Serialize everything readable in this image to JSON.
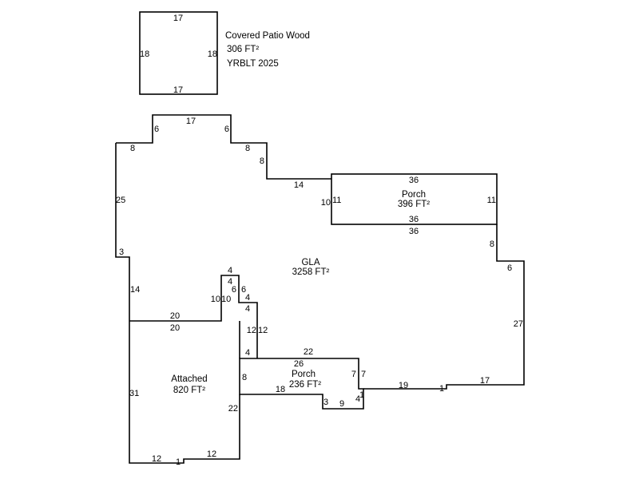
{
  "areas": {
    "patio": {
      "name": "Covered Patio Wood",
      "area": "306 FT²",
      "year": "YRBLT 2025"
    },
    "gla": {
      "name": "GLA",
      "area": "3258 FT²"
    },
    "porch_top": {
      "name": "Porch",
      "area": "396 FT²"
    },
    "porch_bottom": {
      "name": "Porch",
      "area": "236 FT²"
    },
    "garage": {
      "name": "Attached",
      "area": "820 FT²"
    }
  },
  "dimensions": {
    "patio_top": "17",
    "patio_bottom": "17",
    "patio_left": "18",
    "patio_right": "18",
    "gla_top": "17",
    "gla_bump_left": "6",
    "gla_bump_right": "6",
    "gla_left_step": "8",
    "gla_right_step": "8",
    "gla_right_step_v": "8",
    "gla_left": "25",
    "gla_jog": "3",
    "gla_left_lower": "14",
    "gla_top_right": "14",
    "gla_porch_side": "10",
    "porch_top_top": "36",
    "porch_top_bottom": "36",
    "porch_top_left": "11",
    "porch_top_right": "11",
    "gla_under_porch": "36",
    "gla_right_upper": "8",
    "gla_right_jog": "6",
    "gla_right": "27",
    "gla_bottom_right": "17",
    "gla_bottom_jog": "1",
    "gla_bottom": "19",
    "gla_garage_top": "20",
    "garage_top": "20",
    "notch_left_outer": "10",
    "notch_left_inner": "10",
    "notch_top": "4",
    "notch_top_inner": "4",
    "notch_right_inner": "6",
    "notch_right_outer": "6",
    "notch_step": "4",
    "notch_step_inner": "4",
    "gla_lower_v": "12",
    "gla_lower_v_inner": "12",
    "porch_bot_jog": "4",
    "porch_bot_top": "22",
    "porch_bot_top_inner": "26",
    "porch_bot_left": "8",
    "porch_bot_bottom": "18",
    "porch_bot_right": "7",
    "porch_bot_right_outer": "7",
    "porch_bot_step": "3",
    "porch_bot_base": "9",
    "porch_bot_step_r": "4",
    "porch_bot_jog_r": "1",
    "garage_left": "31",
    "garage_right": "22",
    "garage_bottom_left": "12",
    "garage_bottom_jog": "1",
    "garage_bottom_right": "12"
  }
}
